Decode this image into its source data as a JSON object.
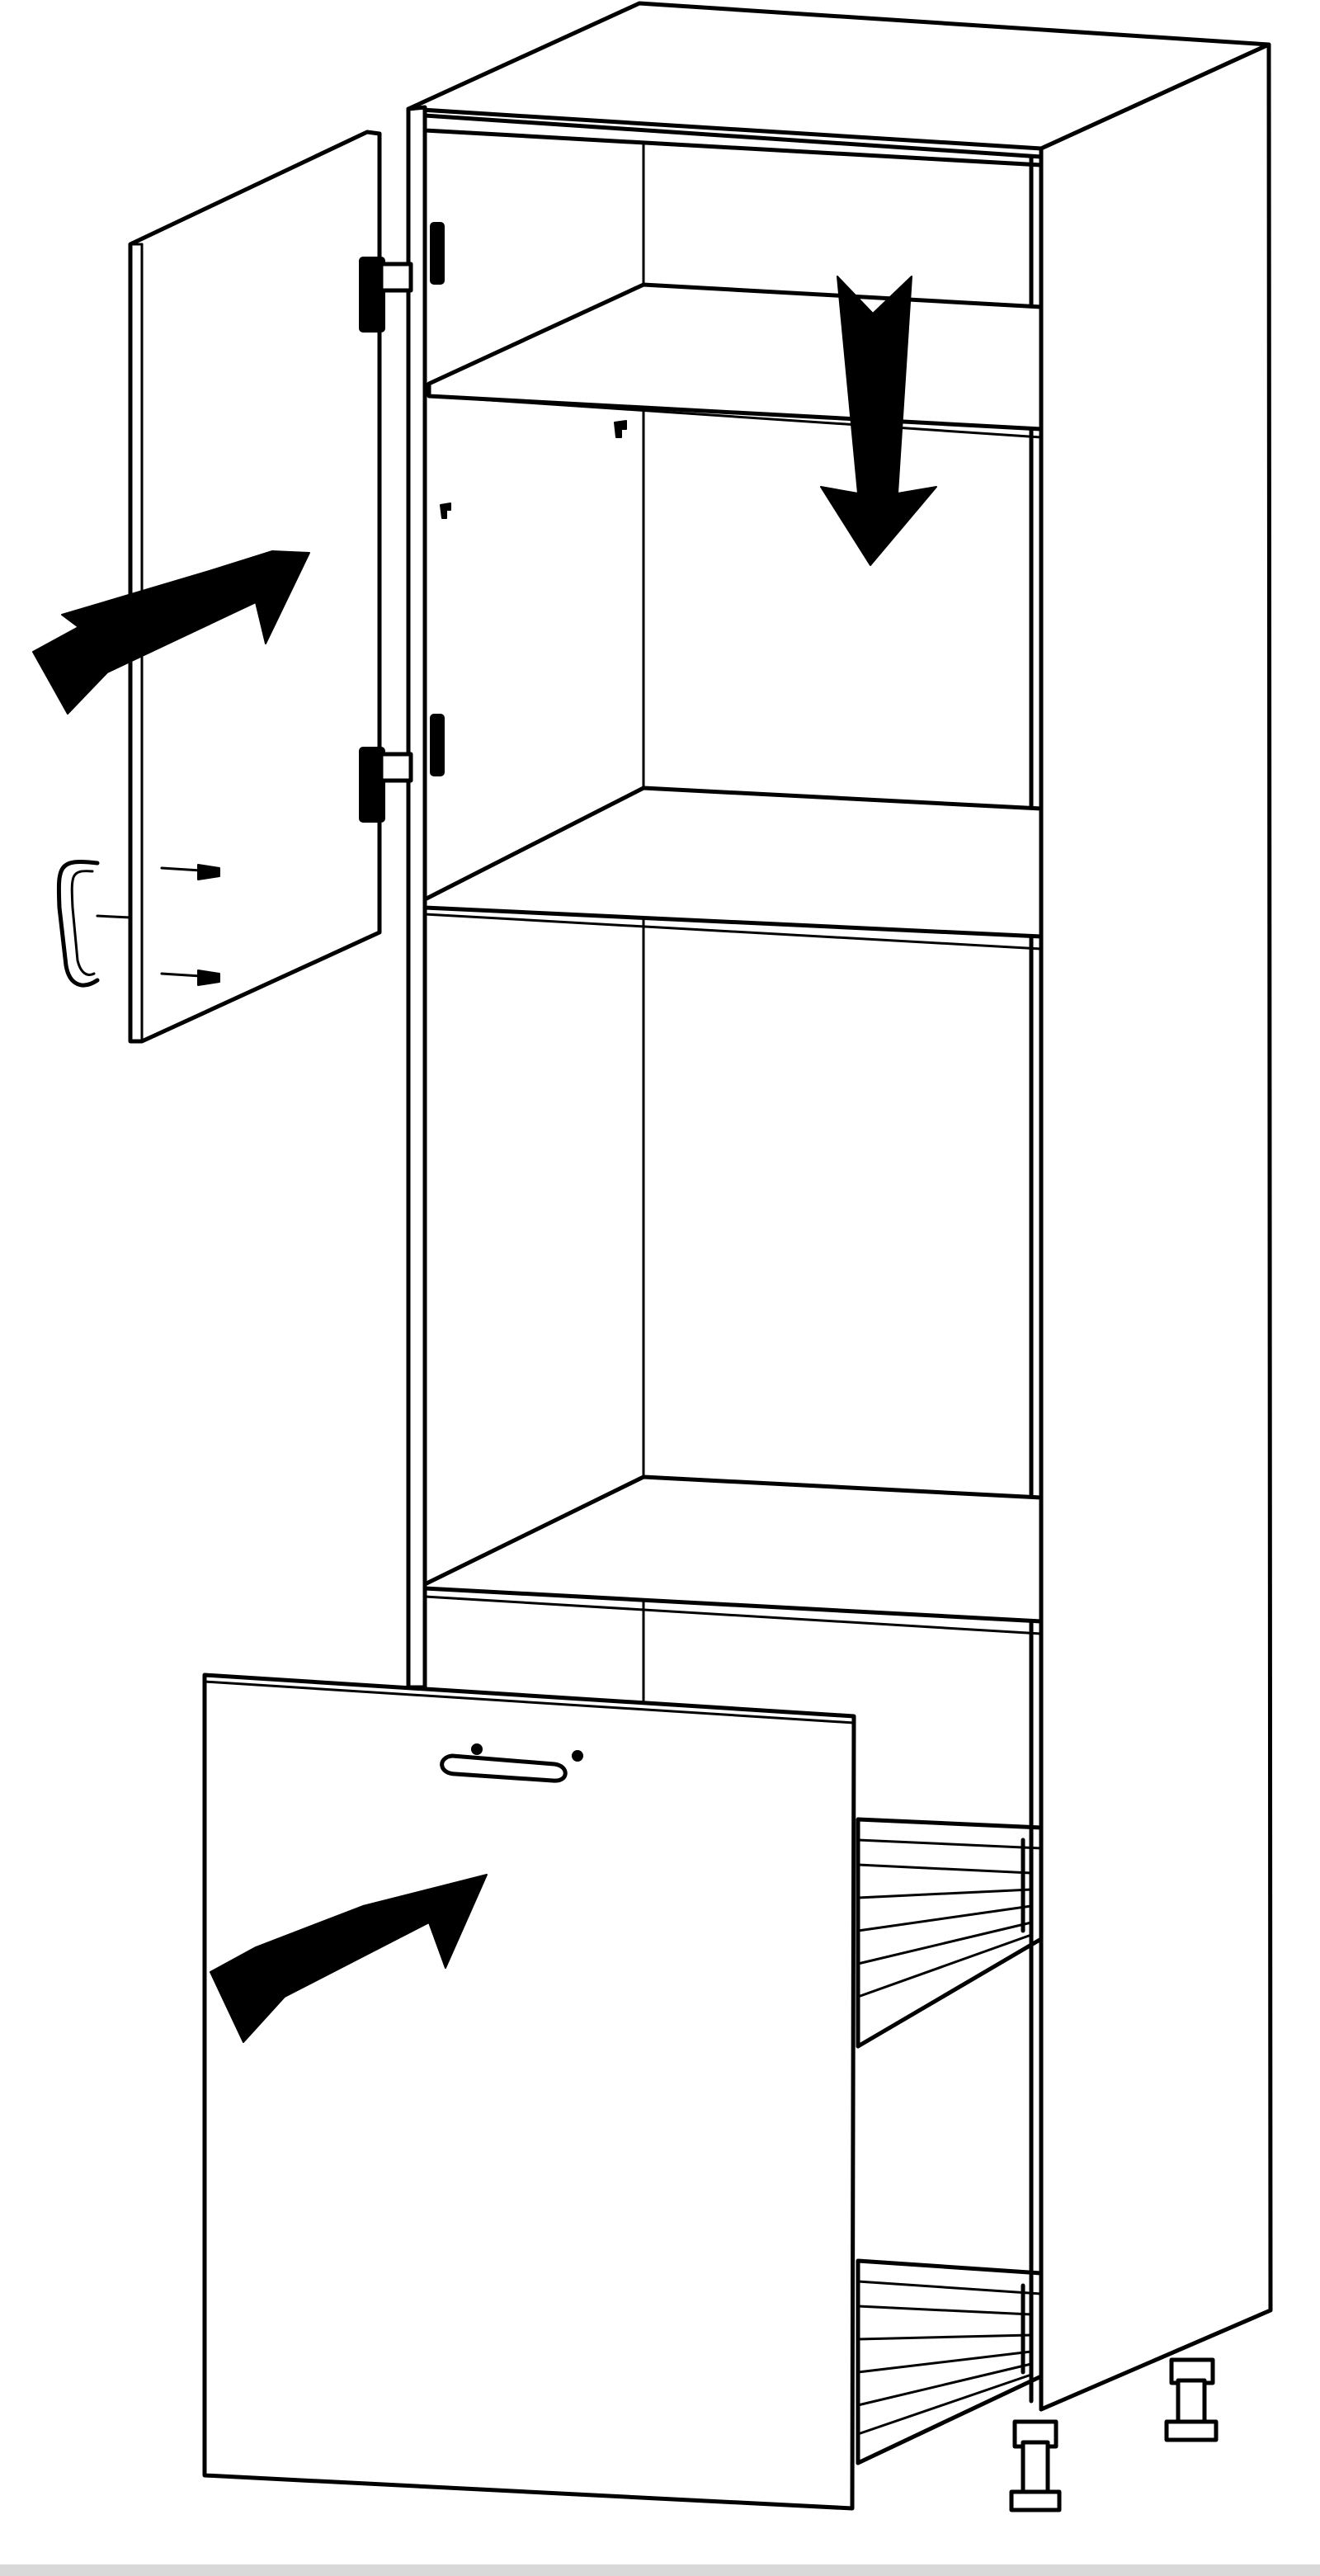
{
  "diagram": {
    "subject": "tall-kitchen-cabinet-assembly",
    "steps": [
      {
        "name": "attach-top-door",
        "icon": "arrow-icon"
      },
      {
        "name": "insert-shelf",
        "icon": "arrow-down-icon"
      },
      {
        "name": "attach-drawer-front",
        "icon": "arrow-icon"
      }
    ],
    "colors": {
      "line": "#000000",
      "background": "#ffffff",
      "footer_bar": "#d9d9d9"
    }
  }
}
